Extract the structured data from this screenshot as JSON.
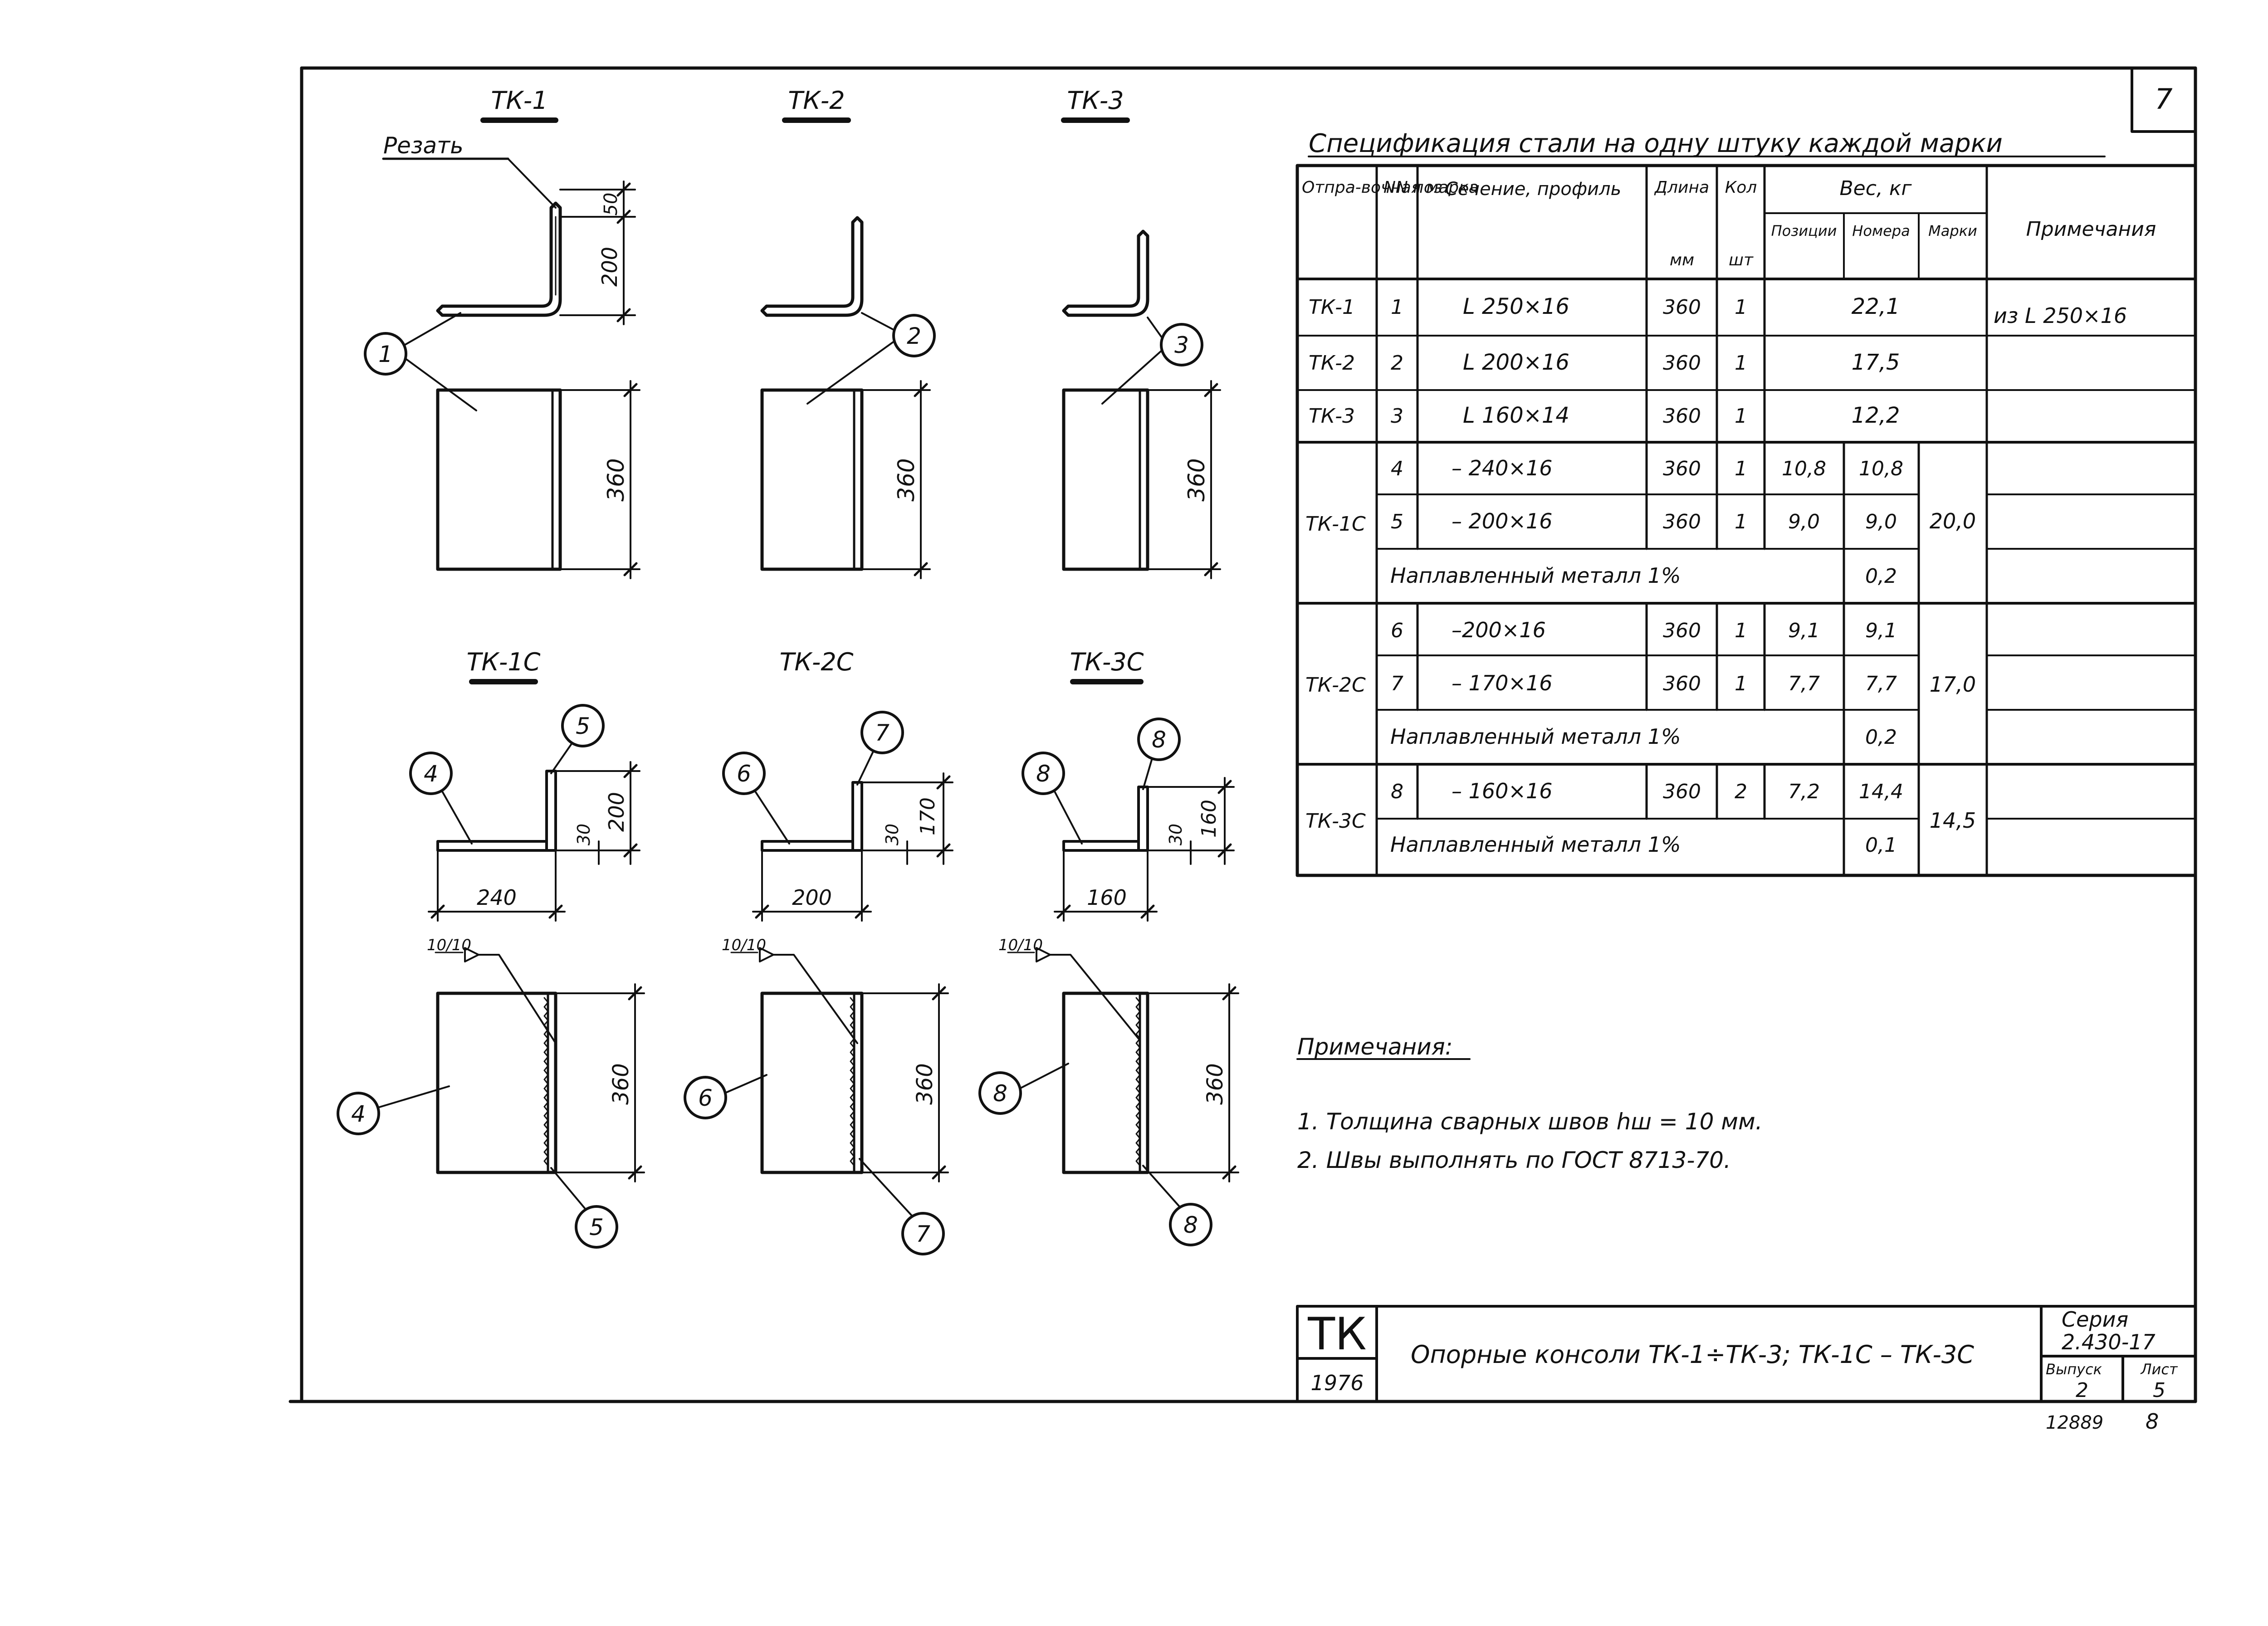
{
  "sheet": {
    "page_number": "7",
    "footer_left": "12889",
    "footer_right": "8"
  },
  "drawings": {
    "tk1": {
      "title": "ТК-1",
      "cut_label": "Резать",
      "dim_top": "50",
      "dim_leg": "200",
      "dim_length": "360",
      "callout": "1"
    },
    "tk2": {
      "title": "ТК-2",
      "dim_length": "360",
      "callout": "2"
    },
    "tk3": {
      "title": "ТК-3",
      "dim_length": "360",
      "callout": "3"
    },
    "tk1c": {
      "title": "ТК-1С",
      "weld_symbol": "10/10",
      "dim_weld": "30",
      "dim_height": "200",
      "dim_width": "240",
      "dim_length": "360",
      "callout_a": "4",
      "callout_b": "5"
    },
    "tk2c": {
      "title": "ТК-2С",
      "weld_symbol": "10/10",
      "dim_weld": "30",
      "dim_height": "170",
      "dim_width": "200",
      "dim_length": "360",
      "callout_a": "6",
      "callout_b": "7"
    },
    "tk3c": {
      "title": "ТК-3С",
      "weld_symbol": "10/10",
      "dim_weld": "30",
      "dim_height": "160",
      "dim_width": "160",
      "dim_length": "360",
      "callout_a": "8",
      "callout_b": "8"
    }
  },
  "spec": {
    "title": "Спецификация стали на одну штуку каждой марки",
    "headers": {
      "mark": "Отпра-вочная марка",
      "pos": "NN поз",
      "section": "Сечение, профиль",
      "length": "Длина",
      "length_unit": "мм",
      "qty": "Кол",
      "qty_unit": "шт",
      "weight": "Вес, кг",
      "w_pos": "Позиции",
      "w_num": "Номера",
      "w_mark": "Марки",
      "notes": "Примечания"
    },
    "rows": [
      {
        "mark": "ТК-1",
        "pos": "1",
        "section": "L 250×16",
        "length": "360",
        "qty": "1",
        "weight": "22,1",
        "note": "из L 250×16"
      },
      {
        "mark": "ТК-2",
        "pos": "2",
        "section": "L 200×16",
        "length": "360",
        "qty": "1",
        "weight": "17,5",
        "note": ""
      },
      {
        "mark": "ТК-3",
        "pos": "3",
        "section": "L 160×14",
        "length": "360",
        "qty": "1",
        "weight": "12,2",
        "note": ""
      }
    ],
    "groups": [
      {
        "mark": "ТК-1С",
        "items": [
          {
            "pos": "4",
            "section": "– 240×16",
            "length": "360",
            "qty": "1",
            "w_pos": "10,8",
            "w_num": "10,8"
          },
          {
            "pos": "5",
            "section": "– 200×16",
            "length": "360",
            "qty": "1",
            "w_pos": "9,0",
            "w_num": "9,0"
          }
        ],
        "deposit": "Наплавленный металл 1%",
        "deposit_weight": "0,2",
        "total": "20,0"
      },
      {
        "mark": "ТК-2С",
        "items": [
          {
            "pos": "6",
            "section": "–200×16",
            "length": "360",
            "qty": "1",
            "w_pos": "9,1",
            "w_num": "9,1"
          },
          {
            "pos": "7",
            "section": "– 170×16",
            "length": "360",
            "qty": "1",
            "w_pos": "7,7",
            "w_num": "7,7"
          }
        ],
        "deposit": "Наплавленный металл 1%",
        "deposit_weight": "0,2",
        "total": "17,0"
      },
      {
        "mark": "ТК-3С",
        "items": [
          {
            "pos": "8",
            "section": "– 160×16",
            "length": "360",
            "qty": "2",
            "w_pos": "7,2",
            "w_num": "14,4"
          }
        ],
        "deposit": "Наплавленный металл 1%",
        "deposit_weight": "0,1",
        "total": "14,5"
      }
    ]
  },
  "notes": {
    "title": "Примечания:",
    "items": [
      "1. Толщина сварных швов hш = 10 мм.",
      "2. Швы выполнять по ГОСТ 8713-70."
    ]
  },
  "title_block": {
    "stamp": "ТК",
    "year": "1976",
    "title": "Опорные консоли ТК-1÷ТК-3; ТК-1С – ТК-3С",
    "series_label": "Серия",
    "series": "2.430-17",
    "issue_label": "Выпуск",
    "issue": "2",
    "sheet_label": "Лист",
    "sheet": "5"
  }
}
